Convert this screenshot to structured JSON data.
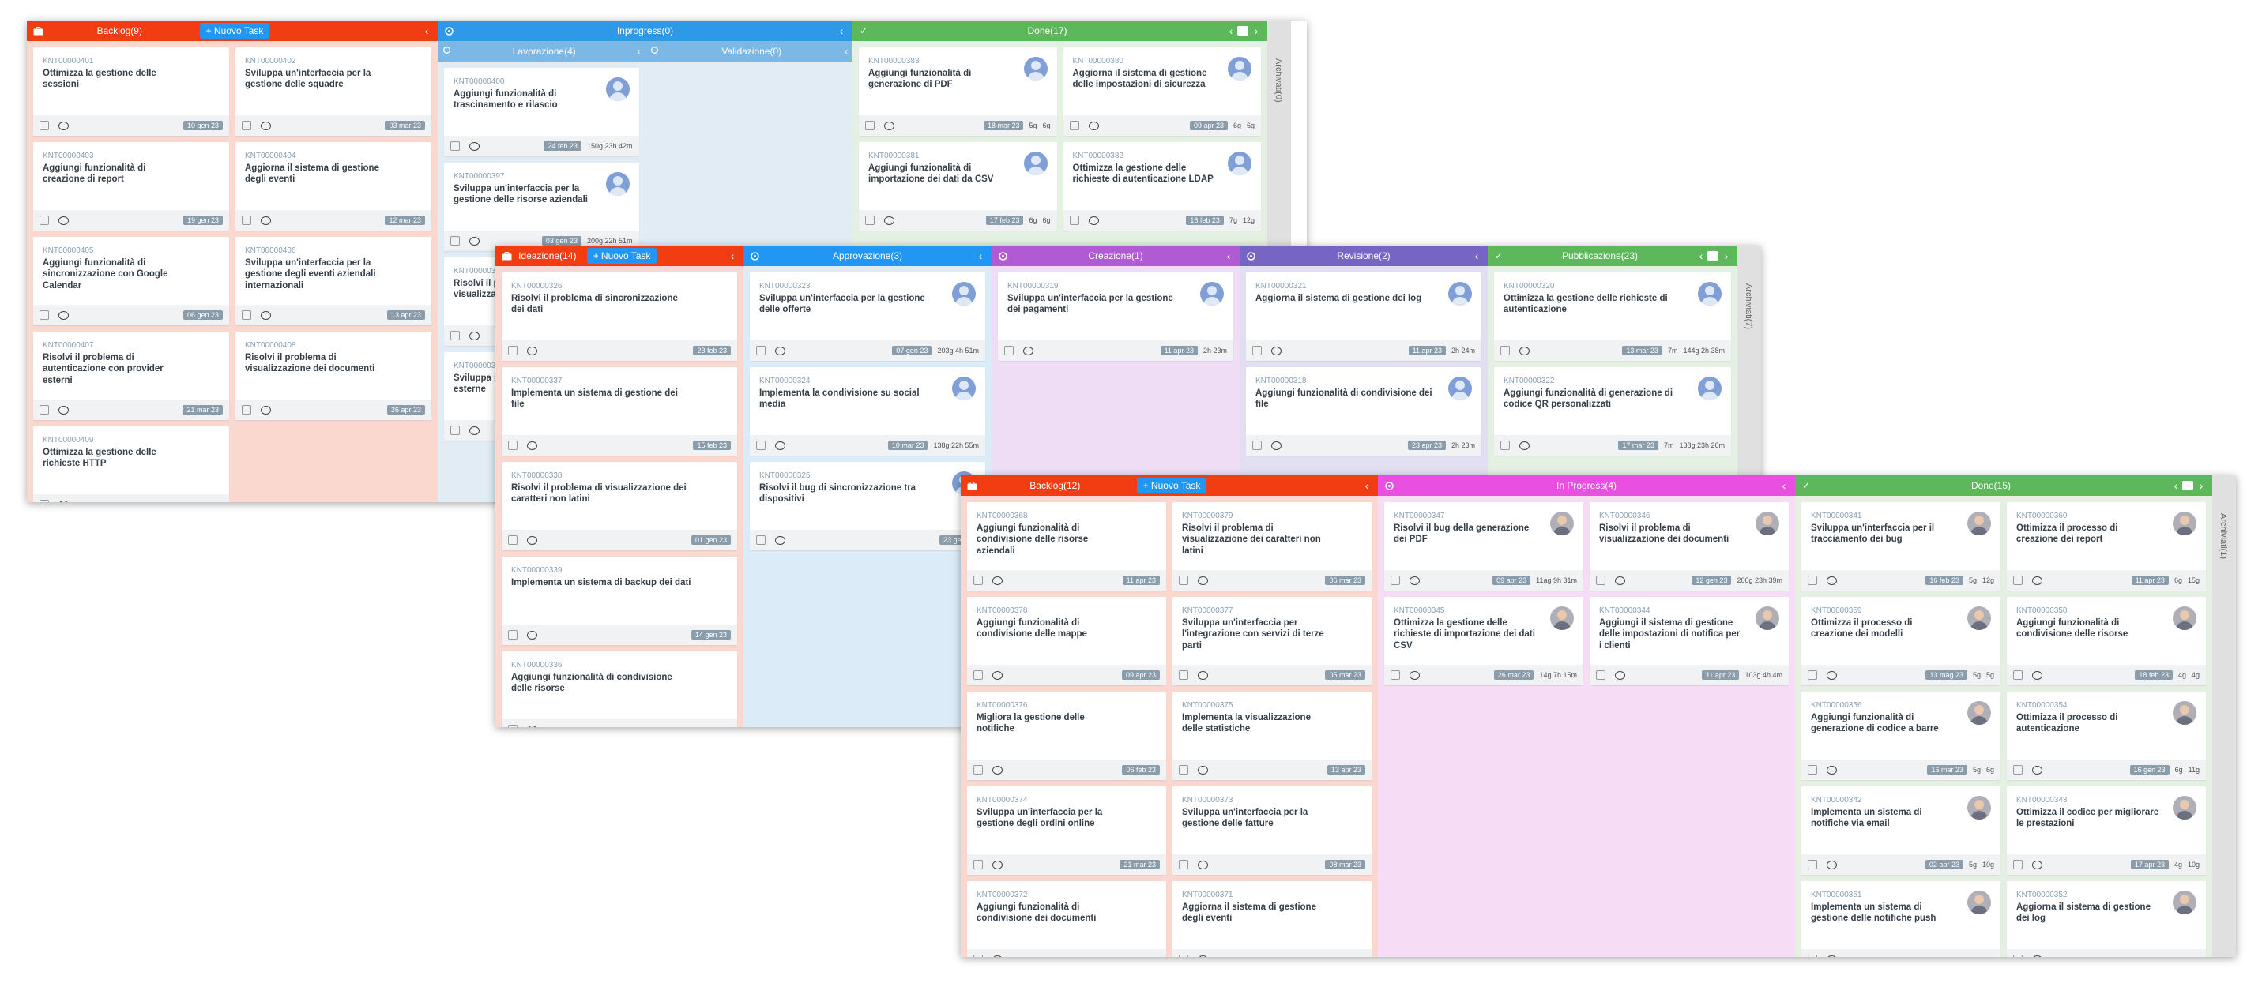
{
  "board_a": {
    "columns": [
      {
        "title": "Backlog(9)",
        "new_task": "+ Nuovo Task",
        "cards": [
          {
            "id": "KNT00000401",
            "title": "Ottimizza la gestione delle sessioni",
            "date": "10 gen 23"
          },
          {
            "id": "KNT00000402",
            "title": "Sviluppa un'interfaccia per la gestione delle squadre",
            "date": "03 mar 23"
          },
          {
            "id": "KNT00000403",
            "title": "Aggiungi funzionalità di creazione di report",
            "date": "19 gen 23"
          },
          {
            "id": "KNT00000404",
            "title": "Aggiorna il sistema di gestione degli eventi",
            "date": "12 mar 23"
          },
          {
            "id": "KNT00000405",
            "title": "Aggiungi funzionalità di sincronizzazione con Google Calendar",
            "date": "06 gen 23"
          },
          {
            "id": "KNT00000406",
            "title": "Sviluppa un'interfaccia per la gestione degli eventi aziendali internazionali",
            "date": "13 apr 23"
          },
          {
            "id": "KNT00000407",
            "title": "Risolvi il problema di autenticazione con provider esterni",
            "date": "21 mar 23"
          },
          {
            "id": "KNT00000408",
            "title": "Risolvi il problema di visualizzazione dei documenti",
            "date": "26 apr 23"
          },
          {
            "id": "KNT00000409",
            "title": "Ottimizza la gestione delle richieste HTTP",
            "date": ""
          }
        ]
      },
      {
        "title": "Inprogress(0)",
        "subs": [
          {
            "title": "Lavorazione(4)",
            "cards": [
              {
                "id": "KNT00000400",
                "title": "Aggiungi funzionalità di trascinamento e rilascio",
                "date": "24 feb 23",
                "stat": "150g 23h 42m"
              },
              {
                "id": "KNT00000397",
                "title": "Sviluppa un'interfaccia per la gestione delle risorse aziendali",
                "date": "03 gen 23",
                "stat": "200g 22h 51m"
              },
              {
                "id": "KNT00000398",
                "title": "Risolvi il problema di visualizzazione dei file video",
                "date": "",
                "stat": ""
              },
              {
                "id": "KNT00000399",
                "title": "Sviluppa l'integrazione con API esterne",
                "date": "",
                "stat": ""
              }
            ]
          },
          {
            "title": "Validazione(0)",
            "cards": []
          }
        ]
      },
      {
        "title": "Done(17)",
        "archive": "Archivati(0)",
        "cards": [
          {
            "id": "KNT00000383",
            "title": "Aggiungi funzionalità di generazione di PDF",
            "date": "18 mar 23",
            "s1": "5g",
            "s2": "6g"
          },
          {
            "id": "KNT00000380",
            "title": "Aggiorna il sistema di gestione delle impostazioni di sicurezza",
            "date": "09 apr 23",
            "s1": "6g",
            "s2": "6g"
          },
          {
            "id": "KNT00000381",
            "title": "Aggiungi funzionalità di importazione dei dati da CSV",
            "date": "17 feb 23",
            "s1": "6g",
            "s2": "6g"
          },
          {
            "id": "KNT00000382",
            "title": "Ottimizza la gestione delle richieste di autenticazione LDAP",
            "date": "16 feb 23",
            "s1": "7g",
            "s2": "12g"
          }
        ]
      }
    ]
  },
  "board_b": {
    "columns": [
      {
        "title": "Ideazione(14)",
        "new_task": "+ Nuovo Task",
        "cards": [
          {
            "id": "KNT00000326",
            "title": "Risolvi il problema di sincronizzazione dei dati",
            "date": "23 feb 23"
          },
          {
            "id": "KNT00000337",
            "title": "Implementa un sistema di gestione dei file",
            "date": "15 feb 23"
          },
          {
            "id": "KNT00000338",
            "title": "Risolvi il problema di visualizzazione dei caratteri non latini",
            "date": "01 gen 23"
          },
          {
            "id": "KNT00000339",
            "title": "Implementa un sistema di backup dei dati",
            "date": "14 gen 23"
          },
          {
            "id": "KNT00000336",
            "title": "Aggiungi funzionalità di condivisione delle risorse",
            "date": ""
          }
        ]
      },
      {
        "title": "Approvazione(3)",
        "cards": [
          {
            "id": "KNT00000323",
            "title": "Sviluppa un'interfaccia per la gestione delle offerte",
            "date": "07 gen 23",
            "stat": "203g 4h 51m"
          },
          {
            "id": "KNT00000324",
            "title": "Implementa la condivisione su social media",
            "date": "10 mar 23",
            "stat": "138g 22h 55m"
          },
          {
            "id": "KNT00000325",
            "title": "Risolvi il bug di sincronizzazione tra dispositivi",
            "date": "23 gen 23",
            "stat": ""
          }
        ]
      },
      {
        "title": "Creazione(1)",
        "cards": [
          {
            "id": "KNT00000319",
            "title": "Sviluppa un'interfaccia per la gestione dei pagamenti",
            "date": "11 apr 23",
            "stat": "2h 23m"
          }
        ]
      },
      {
        "title": "Revisione(2)",
        "cards": [
          {
            "id": "KNT00000321",
            "title": "Aggiorna il sistema di gestione dei log",
            "date": "11 apr 23",
            "stat": "2h 24m"
          },
          {
            "id": "KNT00000318",
            "title": "Aggiungi funzionalità di condivisione dei file",
            "date": "23 apr 23",
            "stat": "2h 23m"
          }
        ]
      },
      {
        "title": "Pubblicazione(23)",
        "archive": "Archiviati(7)",
        "cards": [
          {
            "id": "KNT00000320",
            "title": "Ottimizza la gestione delle richieste di autenticazione",
            "date": "13 mar 23",
            "s1": "7m",
            "s2": "144g 2h 38m"
          },
          {
            "id": "KNT00000322",
            "title": "Aggiungi funzionalità di generazione di codice QR personalizzati",
            "date": "17 mar 23",
            "s1": "7m",
            "s2": "138g 23h 26m"
          }
        ]
      }
    ]
  },
  "board_c": {
    "columns": [
      {
        "title": "Backlog(12)",
        "new_task": "+ Nuovo Task",
        "cards": [
          {
            "id": "KNT00000368",
            "title": "Aggiungi funzionalità di condivisione delle risorse aziendali",
            "date": "11 apr 23"
          },
          {
            "id": "KNT00000379",
            "title": "Risolvi il problema di visualizzazione dei caratteri non latini",
            "date": "06 mar 23"
          },
          {
            "id": "KNT00000378",
            "title": "Aggiungi funzionalità di condivisione delle mappe",
            "date": "09 apr 23"
          },
          {
            "id": "KNT00000377",
            "title": "Sviluppa un'interfaccia per l'integrazione con servizi di terze parti",
            "date": "05 mar 23"
          },
          {
            "id": "KNT00000376",
            "title": "Migliora la gestione delle notifiche",
            "date": "06 feb 23"
          },
          {
            "id": "KNT00000375",
            "title": "Implementa la visualizzazione delle statistiche",
            "date": "13 apr 23"
          },
          {
            "id": "KNT00000374",
            "title": "Sviluppa un'interfaccia per la gestione degli ordini online",
            "date": "21 mar 23"
          },
          {
            "id": "KNT00000373",
            "title": "Sviluppa un'interfaccia per la gestione delle fatture",
            "date": "08 mar 23"
          },
          {
            "id": "KNT00000372",
            "title": "Aggiungi funzionalità di condivisione dei documenti",
            "date": ""
          },
          {
            "id": "KNT00000371",
            "title": "Aggiorna il sistema di gestione degli eventi",
            "date": ""
          }
        ]
      },
      {
        "title": "In Progress(4)",
        "cards": [
          {
            "id": "KNT00000347",
            "title": "Risolvi il bug della generazione dei PDF",
            "date": "09 apr 23",
            "stat": "11ag 9h 31m"
          },
          {
            "id": "KNT00000346",
            "title": "Risolvi il problema di visualizzazione dei documenti",
            "date": "12 gen 23",
            "stat": "200g 23h 39m"
          },
          {
            "id": "KNT00000345",
            "title": "Ottimizza la gestione delle richieste di importazione dei dati CSV",
            "date": "26 mar 23",
            "stat": "14g 7h 15m"
          },
          {
            "id": "KNT00000344",
            "title": "Aggiungi il sistema di gestione delle impostazioni di notifica per i clienti",
            "date": "11 apr 23",
            "stat": "103g 4h 4m"
          }
        ]
      },
      {
        "title": "Done(15)",
        "archive": "Archiviati(1)",
        "cards": [
          {
            "id": "KNT00000341",
            "title": "Sviluppa un'interfaccia per il tracciamento dei bug",
            "date": "16 feb 23",
            "s1": "5g",
            "s2": "12g"
          },
          {
            "id": "KNT00000360",
            "title": "Ottimizza il processo di creazione dei report",
            "date": "11 apr 23",
            "s1": "6g",
            "s2": "15g"
          },
          {
            "id": "KNT00000359",
            "title": "Ottimizza il processo di creazione dei modelli",
            "date": "13 mag 23",
            "s1": "5g",
            "s2": "5g"
          },
          {
            "id": "KNT00000358",
            "title": "Aggiungi funzionalità di condivisione delle risorse",
            "date": "18 feb 23",
            "s1": "4g",
            "s2": "4g"
          },
          {
            "id": "KNT00000356",
            "title": "Aggiungi funzionalità di generazione di codice a barre",
            "date": "16 mar 23",
            "s1": "5g",
            "s2": "6g"
          },
          {
            "id": "KNT00000354",
            "title": "Ottimizza il processo di autenticazione",
            "date": "16 gen 23",
            "s1": "6g",
            "s2": "11g"
          },
          {
            "id": "KNT00000342",
            "title": "Implementa un sistema di notifiche via email",
            "date": "02 apr 23",
            "s1": "5g",
            "s2": "10g"
          },
          {
            "id": "KNT00000343",
            "title": "Ottimizza il codice per migliorare le prestazioni",
            "date": "17 apr 23",
            "s1": "4g",
            "s2": "10g"
          },
          {
            "id": "KNT00000351",
            "title": "Implementa un sistema di gestione delle notifiche push",
            "date": "",
            "s1": "",
            "s2": ""
          },
          {
            "id": "KNT00000352",
            "title": "Aggiorna il sistema di gestione dei log",
            "date": "",
            "s1": "",
            "s2": ""
          }
        ]
      }
    ]
  },
  "colors": {
    "backlog_head": "#f23d13",
    "backlog_bg": "#fad8cf",
    "inprogress_head": "#2f99e9",
    "inprogress_sub": "#7cb8e6",
    "inprogress_bg": "#e1ecf5",
    "done_head": "#5db85c",
    "done_bg": "#e4f1e2",
    "approv_head": "#2196f3",
    "approv_bg": "#dcebf8",
    "crea_head": "#b05bd3",
    "crea_bg": "#eeddf5",
    "rev_head": "#7765c4",
    "rev_bg": "#e2dff2",
    "pub_head": "#5db85c",
    "pub_bg": "#e4f1e2",
    "prog_head": "#e94fe0",
    "prog_bg": "#f6dcf4"
  },
  "icons": {
    "backlog": "briefcase-icon",
    "progress": "target-icon",
    "done": "check-icon",
    "collapse": "chevron-left-icon",
    "archive": "archive-icon"
  }
}
